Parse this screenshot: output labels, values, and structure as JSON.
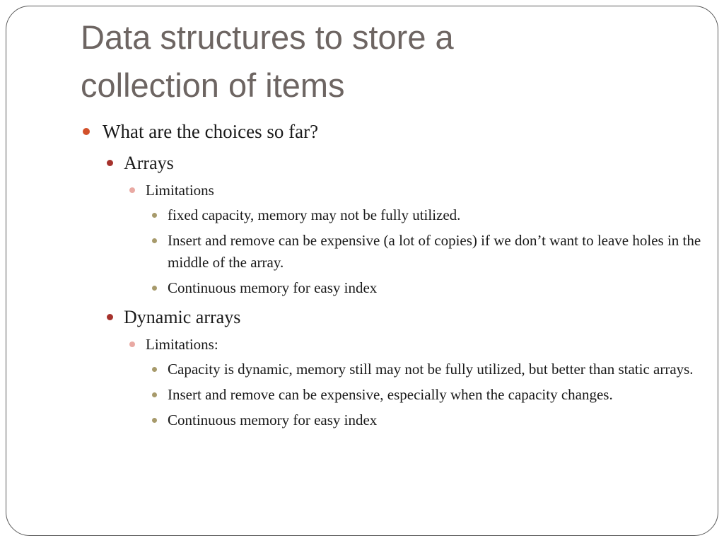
{
  "slide": {
    "title_lines": [
      "Data structures to store a",
      "collection of items"
    ],
    "bullets": [
      {
        "level": 1,
        "text": "What are the choices so far?"
      },
      {
        "level": 2,
        "text": "Arrays"
      },
      {
        "level": 3,
        "text": "Limitations"
      },
      {
        "level": 4,
        "text": "fixed capacity, memory may not be fully utilized."
      },
      {
        "level": 4,
        "text": "Insert and remove can be expensive (a lot of copies) if we don’t want to leave holes in the middle of the array."
      },
      {
        "level": 4,
        "text": "Continuous memory for easy index"
      },
      {
        "level": 2,
        "text": "Dynamic arrays"
      },
      {
        "level": 3,
        "text": "Limitations:"
      },
      {
        "level": 4,
        "text": "Capacity is dynamic, memory still may not be fully utilized, but better than static arrays."
      },
      {
        "level": 4,
        "text": "Insert and remove can be expensive, especially when the capacity changes."
      },
      {
        "level": 4,
        "text": "Continuous memory for easy index"
      }
    ]
  },
  "colors": {
    "title": "#6d6562",
    "bullet_level1": "#d2502a",
    "bullet_level2": "#a6322c",
    "bullet_level3": "#e9a9a3",
    "bullet_level4": "#a79a6b"
  }
}
